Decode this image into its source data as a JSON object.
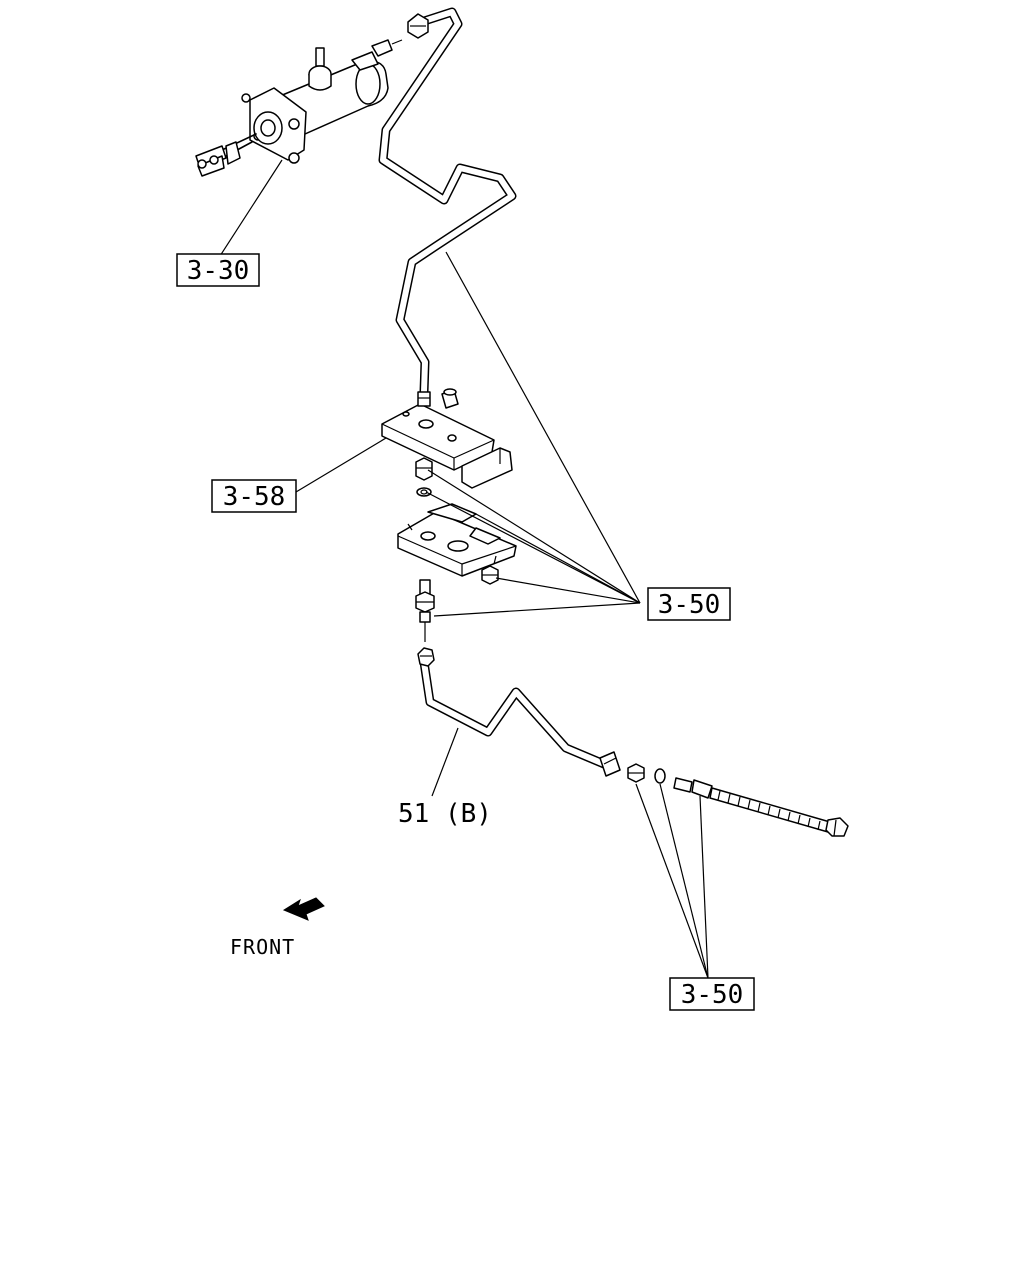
{
  "callouts": {
    "master_cylinder": "3-30",
    "bracket": "3-58",
    "fittings_upper": "3-50",
    "fittings_lower": "3-50",
    "pipe": "51 (B)"
  },
  "orientation": {
    "label": "FRONT"
  }
}
